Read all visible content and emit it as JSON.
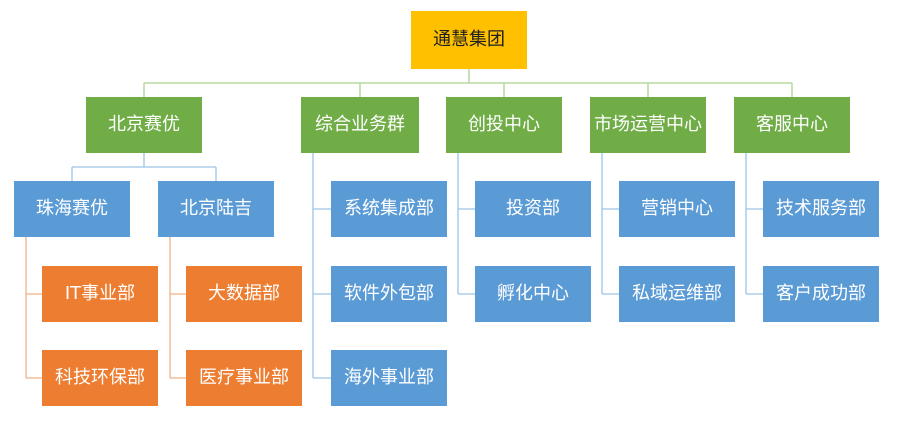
{
  "root": {
    "label": "通慧集团",
    "color": "#FFC000"
  },
  "colors": {
    "level1": "#70AD47",
    "level2": "#5B9BD5",
    "level3": "#ED7D31"
  },
  "branches": [
    {
      "label": "北京赛优",
      "children": [
        {
          "label": "珠海赛优",
          "children": [
            {
              "label": "IT事业部"
            },
            {
              "label": "科技环保部"
            }
          ]
        },
        {
          "label": "北京陆吉",
          "children": [
            {
              "label": "大数据部"
            },
            {
              "label": "医疗事业部"
            }
          ]
        }
      ]
    },
    {
      "label": "综合业务群",
      "children": [
        {
          "label": "系统集成部"
        },
        {
          "label": "软件外包部"
        },
        {
          "label": "海外事业部"
        }
      ]
    },
    {
      "label": "创投中心",
      "children": [
        {
          "label": "投资部"
        },
        {
          "label": "孵化中心"
        }
      ]
    },
    {
      "label": "市场运营中心",
      "children": [
        {
          "label": "营销中心"
        },
        {
          "label": "私域运维部"
        }
      ]
    },
    {
      "label": "客服中心",
      "children": [
        {
          "label": "技术服务部"
        },
        {
          "label": "客户成功部"
        }
      ]
    }
  ]
}
